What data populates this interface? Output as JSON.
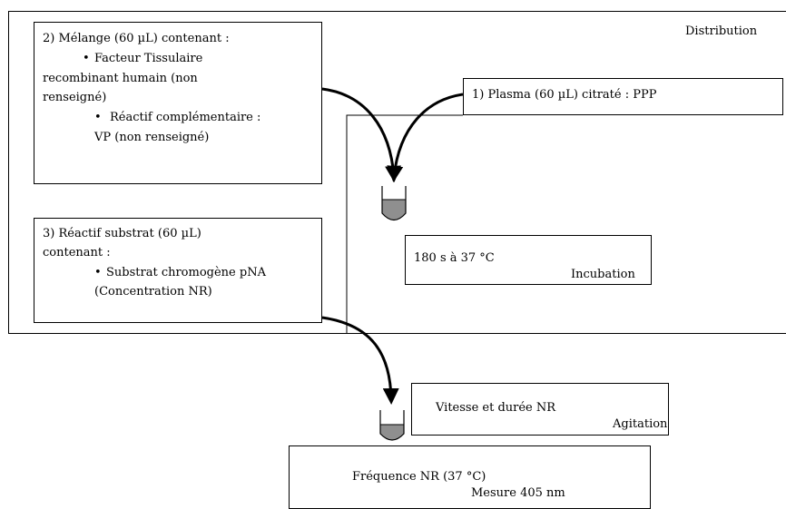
{
  "diagram": {
    "distribution_label": "Distribution",
    "reagent_mix": {
      "title": "2) Mélange (60 µL) contenant   :",
      "bullet1_line1": "Facteur Tissulaire",
      "bullet1_line2": "recombinant humain (non",
      "bullet1_line3": "renseigné)",
      "bullet2_line1": "Réactif complémentaire :",
      "bullet2_line2": "VP (non renseigné)"
    },
    "plasma": {
      "label": "1) Plasma (60 µL)   citraté  : PPP"
    },
    "substrate": {
      "title_line1": "3) Réactif substrat (60 µL)",
      "title_line2": "contenant  :",
      "bullet_line1": "Substrat chromogène pNA",
      "bullet_line2": "(Concentration NR)"
    },
    "incubation": {
      "detail": "180 s à 37 °C",
      "label": "Incubation"
    },
    "agitation": {
      "detail": "Vitesse et durée NR",
      "label": "Agitation"
    },
    "measure": {
      "detail": "Fréquence NR (37 °C)",
      "label": "Mesure 405 nm"
    },
    "bullet_symbol": "•"
  }
}
